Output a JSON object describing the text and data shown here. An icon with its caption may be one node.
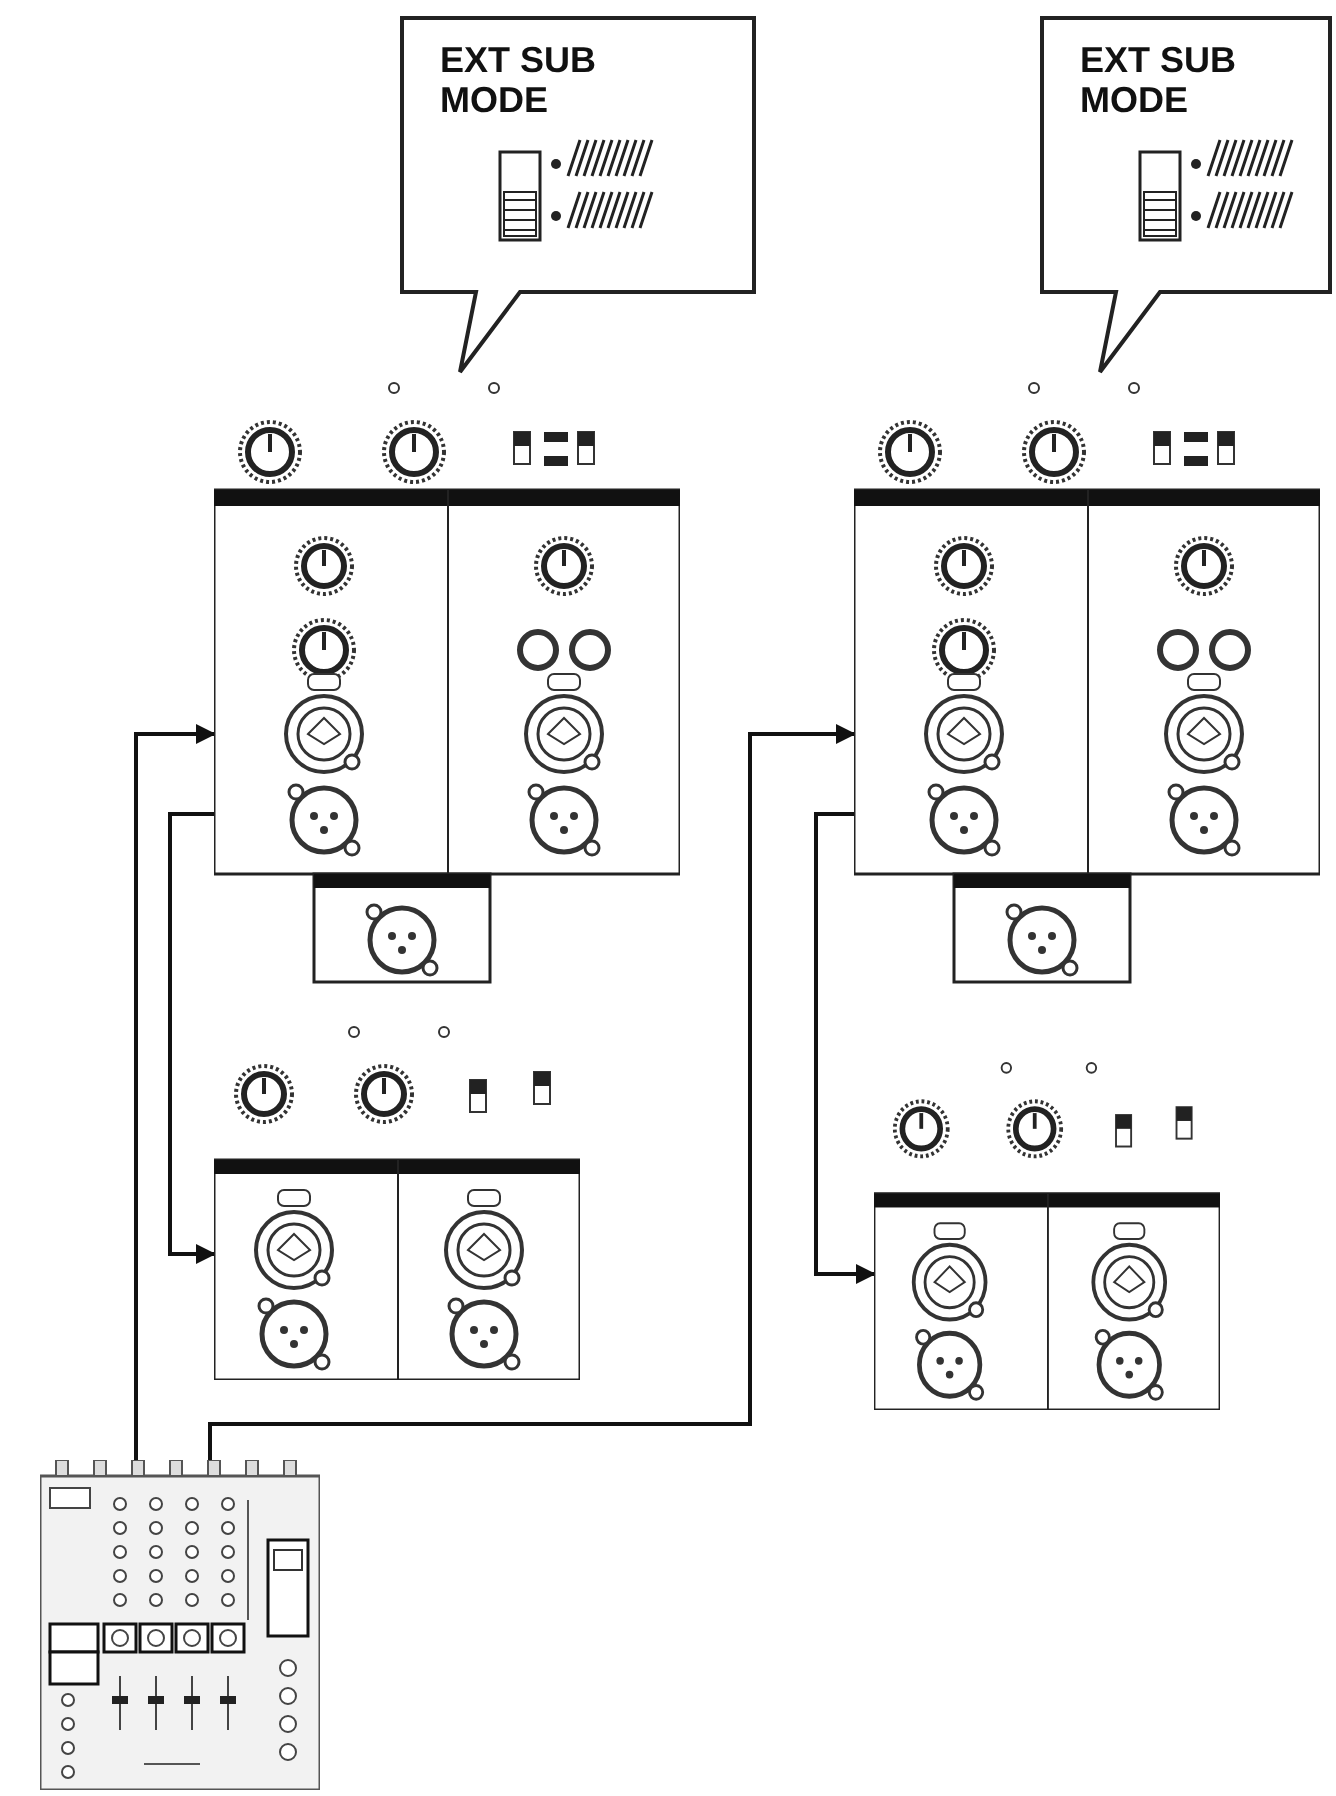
{
  "diagram": {
    "nodes": [
      {
        "text": [
          "EXT SUB MODE"
        ]
      },
      {
        "text": [
          "EXT SUB MODE"
        ]
      },
      {
        "text": [],
        "shape": "picture"
      },
      {
        "text": [],
        "shape": "picture"
      },
      {
        "text": [],
        "shape": "picture"
      },
      {
        "text": [],
        "shape": "picture"
      },
      {
        "text": [],
        "shape": "picture"
      }
    ],
    "edges": [
      {
        "from": 6,
        "to": 2,
        "arrow": "to"
      },
      {
        "from": 2,
        "to": 3,
        "arrow": "to"
      },
      {
        "from": 6,
        "to": 4,
        "arrow": "to"
      },
      {
        "from": 4,
        "to": 5,
        "arrow": "to"
      }
    ]
  }
}
